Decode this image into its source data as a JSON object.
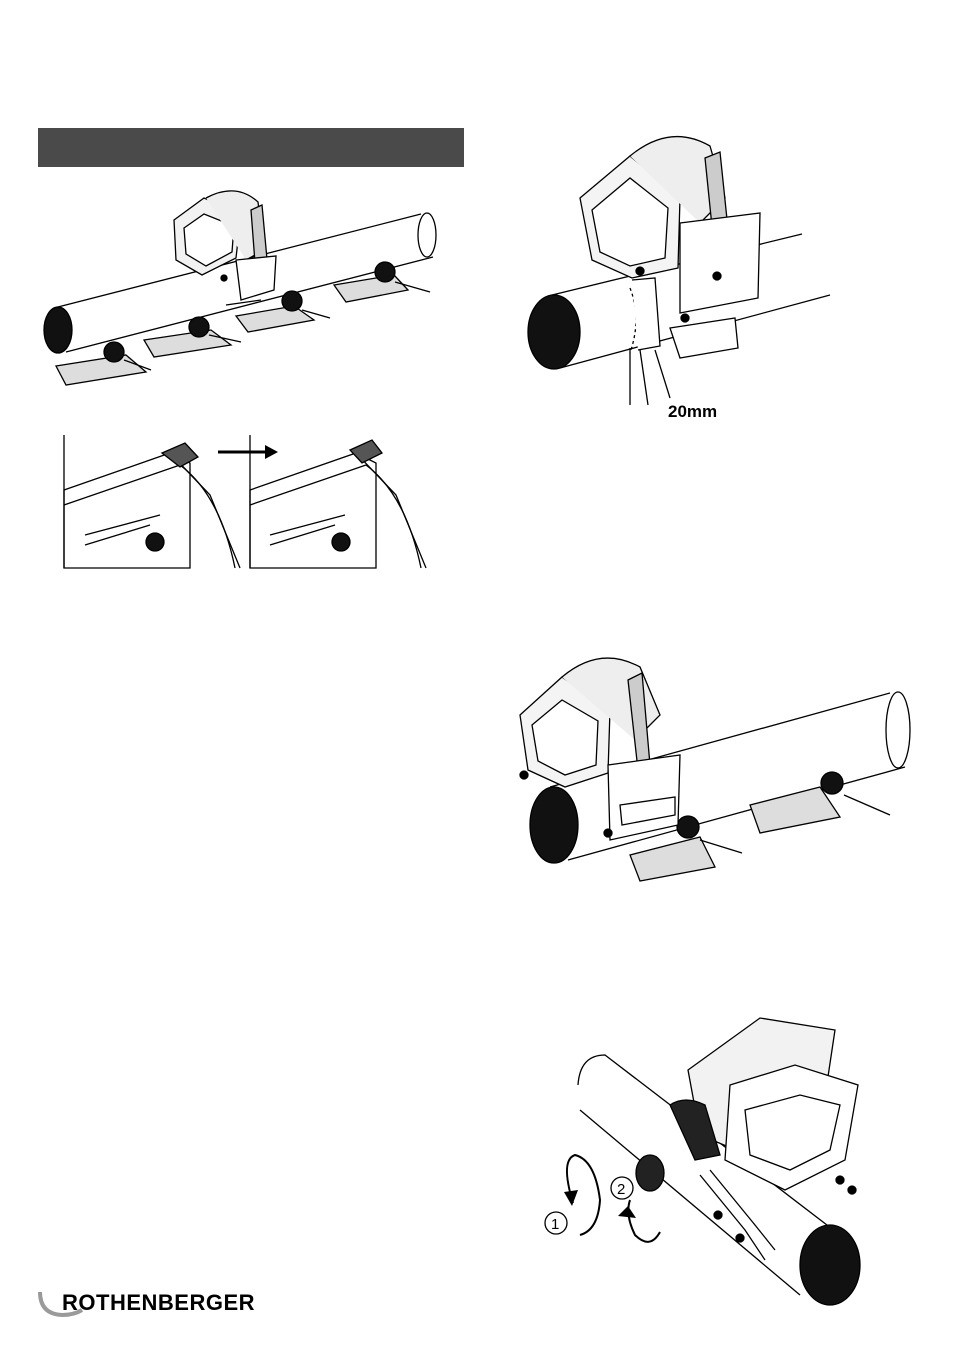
{
  "figures": {
    "cut_offset": {
      "dimension_label": "20mm"
    },
    "rotation_steps": {
      "step_1": "1",
      "step_2": "2"
    }
  },
  "footer": {
    "brand": "ROTHENBERGER"
  },
  "colors": {
    "header_bar": "#4a4a4a",
    "logo_swoosh": "#9a9a9a"
  }
}
